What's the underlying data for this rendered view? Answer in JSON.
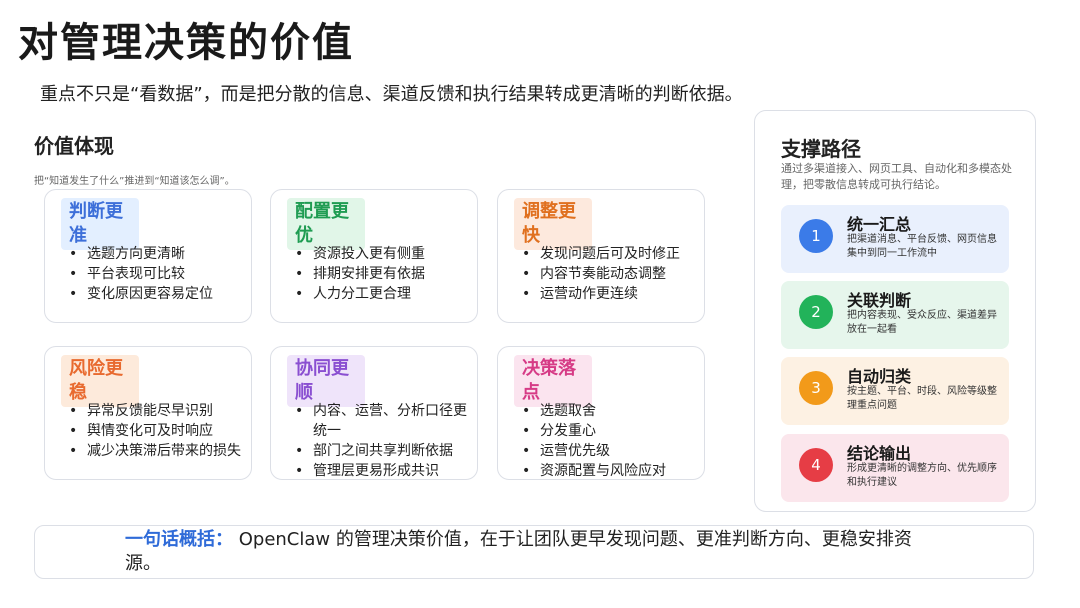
{
  "title": "对管理决策的价值",
  "subtitle": "重点不只是“看数据”，而是把分散的信息、渠道反馈和执行结果转成更清晰的判断依据。",
  "value_section": {
    "title": "价值体现",
    "note": "把“知道发生了什么”推进到“知道该怎么调”。",
    "cards": [
      {
        "tag": "判断更准",
        "color": "blue",
        "items": [
          "选题方向更清晰",
          "平台表现可比较",
          "变化原因更容易定位"
        ]
      },
      {
        "tag": "配置更优",
        "color": "green",
        "items": [
          "资源投入更有侧重",
          "排期安排更有依据",
          "人力分工更合理"
        ]
      },
      {
        "tag": "调整更快",
        "color": "orange",
        "items": [
          "发现问题后可及时修正",
          "内容节奏能动态调整",
          "运营动作更连续"
        ]
      },
      {
        "tag": "风险更稳",
        "color": "red",
        "items": [
          "异常反馈能尽早识别",
          "舆情变化可及时响应",
          "减少决策滞后带来的损失"
        ]
      },
      {
        "tag": "协同更顺",
        "color": "purple",
        "items": [
          "内容、运营、分析口径更统一",
          "部门之间共享判断依据",
          "管理层更易形成共识"
        ]
      },
      {
        "tag": "决策落点",
        "color": "pink",
        "items": [
          "选题取舍",
          "分发重心",
          "运营优先级",
          "资源配置与风险应对"
        ]
      }
    ]
  },
  "support_panel": {
    "title": "支撑路径",
    "desc": "通过多渠道接入、网页工具、自动化和多模态处理，把零散信息转成可执行结论。",
    "steps": [
      {
        "num": "1",
        "title": "统一汇总",
        "desc": "把渠道消息、平台反馈、网页信息集中到同一工作流中",
        "bg": "#e9f0fd",
        "circle": "#3b7be8"
      },
      {
        "num": "2",
        "title": "关联判断",
        "desc": "把内容表现、受众反应、渠道差异放在一起看",
        "bg": "#e6f6ec",
        "circle": "#22b35a"
      },
      {
        "num": "3",
        "title": "自动归类",
        "desc": "按主题、平台、时段、风险等级整理重点问题",
        "bg": "#fdf1e3",
        "circle": "#f29a1a"
      },
      {
        "num": "4",
        "title": "结论输出",
        "desc": "形成更清晰的调整方向、优先顺序和执行建议",
        "bg": "#fbe6ec",
        "circle": "#e63d45"
      }
    ]
  },
  "summary": {
    "label": "一句话概括：",
    "text": " OpenClaw 的管理决策价值，在于让团队更早发现问题、更准判断方向、更稳安排资源。"
  }
}
